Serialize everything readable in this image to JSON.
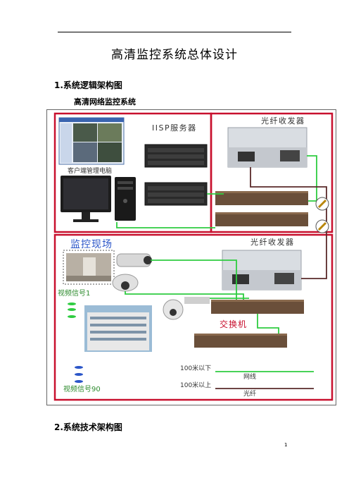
{
  "document": {
    "title": "高清监控系统总体设计",
    "section1_heading": "1.系统逻辑架构图",
    "diagram_caption": "高清网络监控系统",
    "section2_heading": "2.系统技术架构图",
    "page_number": "1"
  },
  "diagram": {
    "labels": {
      "client_pc": "客户端管理电脑",
      "iisp_server": "IISP服务器",
      "fiber_transceiver_top": "光纤收发器",
      "fiber_transceiver_bottom": "光纤收发器",
      "monitor_site": "监控现场",
      "switch": "交换机",
      "video_signal_1": "视频信号1",
      "video_signal_90": "视频信号90"
    },
    "legend": {
      "under_100m": "100米以下",
      "over_100m": "100米以上",
      "network_cable": "网线",
      "fiber": "光纤"
    },
    "colors": {
      "region_border": "#c8102e",
      "network_cable": "#2ecc40",
      "fiber": "#5a2a2a",
      "site_title": "#2a55c8"
    }
  }
}
